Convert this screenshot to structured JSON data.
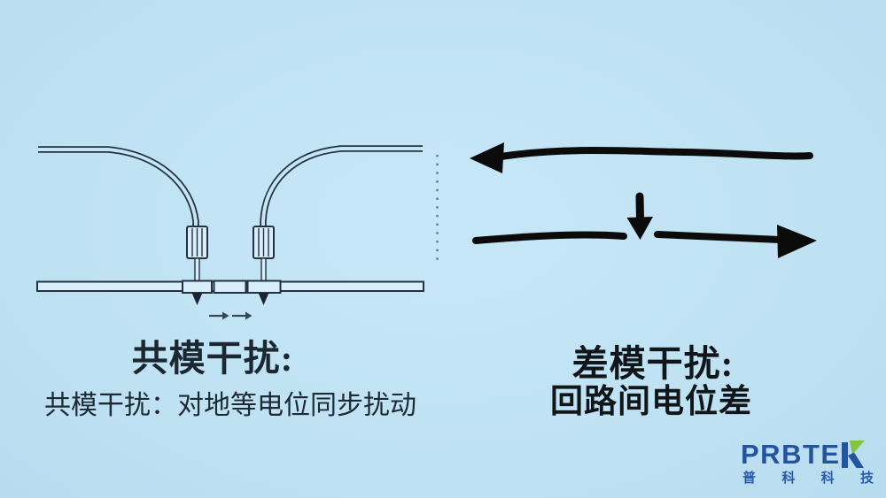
{
  "slide": {
    "background_color": "#bfe2f3",
    "left_section": {
      "title": "共模干扰:",
      "description": "共模干扰：对地等电位同步扰动",
      "diagram": "two-oscilloscope-probes-on-ground-bar-with-common-mode-arrows"
    },
    "right_section": {
      "title": "差模干扰:",
      "description": "回路间电位差",
      "diagram": "loop-arrows-with-potential-difference"
    }
  },
  "colors": {
    "diagram_line": "#233140",
    "diagram_fill": "#d9eefb",
    "arrow_black": "#0b0b0b",
    "text_dark": "#1b2731",
    "logo_navy": "#2453a0",
    "logo_green": "#82c341"
  },
  "logo": {
    "brand": "PRBTEK",
    "brand_prefix": "PRBTE",
    "brand_k": "K",
    "chinese": "普科科技",
    "chinese_chars": [
      "普",
      "科",
      "科",
      "技"
    ]
  }
}
